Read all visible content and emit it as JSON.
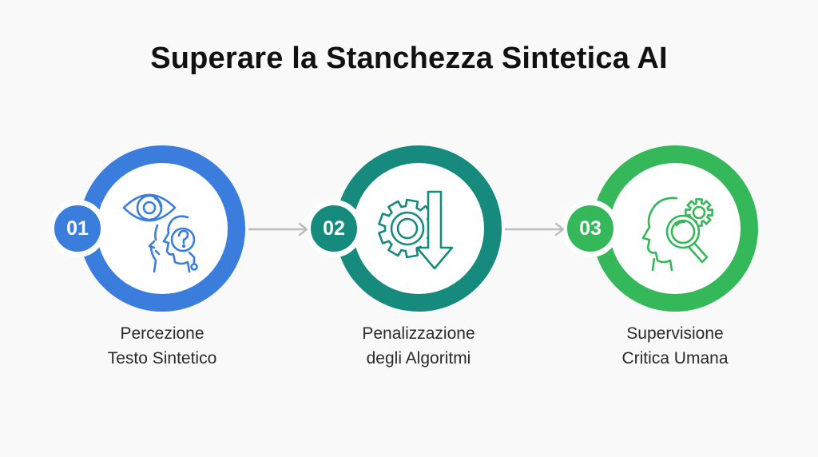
{
  "title": "Superare la Stanchezza Sintetica AI",
  "colors": {
    "step1": "#3b7ddd",
    "step2": "#168a7c",
    "step3": "#34b85a",
    "arrow": "#bdbdbd"
  },
  "steps": [
    {
      "number": "01",
      "line1": "Percezione",
      "line2": "Testo Sintetico",
      "icon": "eye-head-question-icon"
    },
    {
      "number": "02",
      "line1": "Penalizzazione",
      "line2": "degli Algoritmi",
      "icon": "gear-down-arrow-icon"
    },
    {
      "number": "03",
      "line1": "Supervisione",
      "line2": "Critica Umana",
      "icon": "head-magnifier-icon"
    }
  ]
}
